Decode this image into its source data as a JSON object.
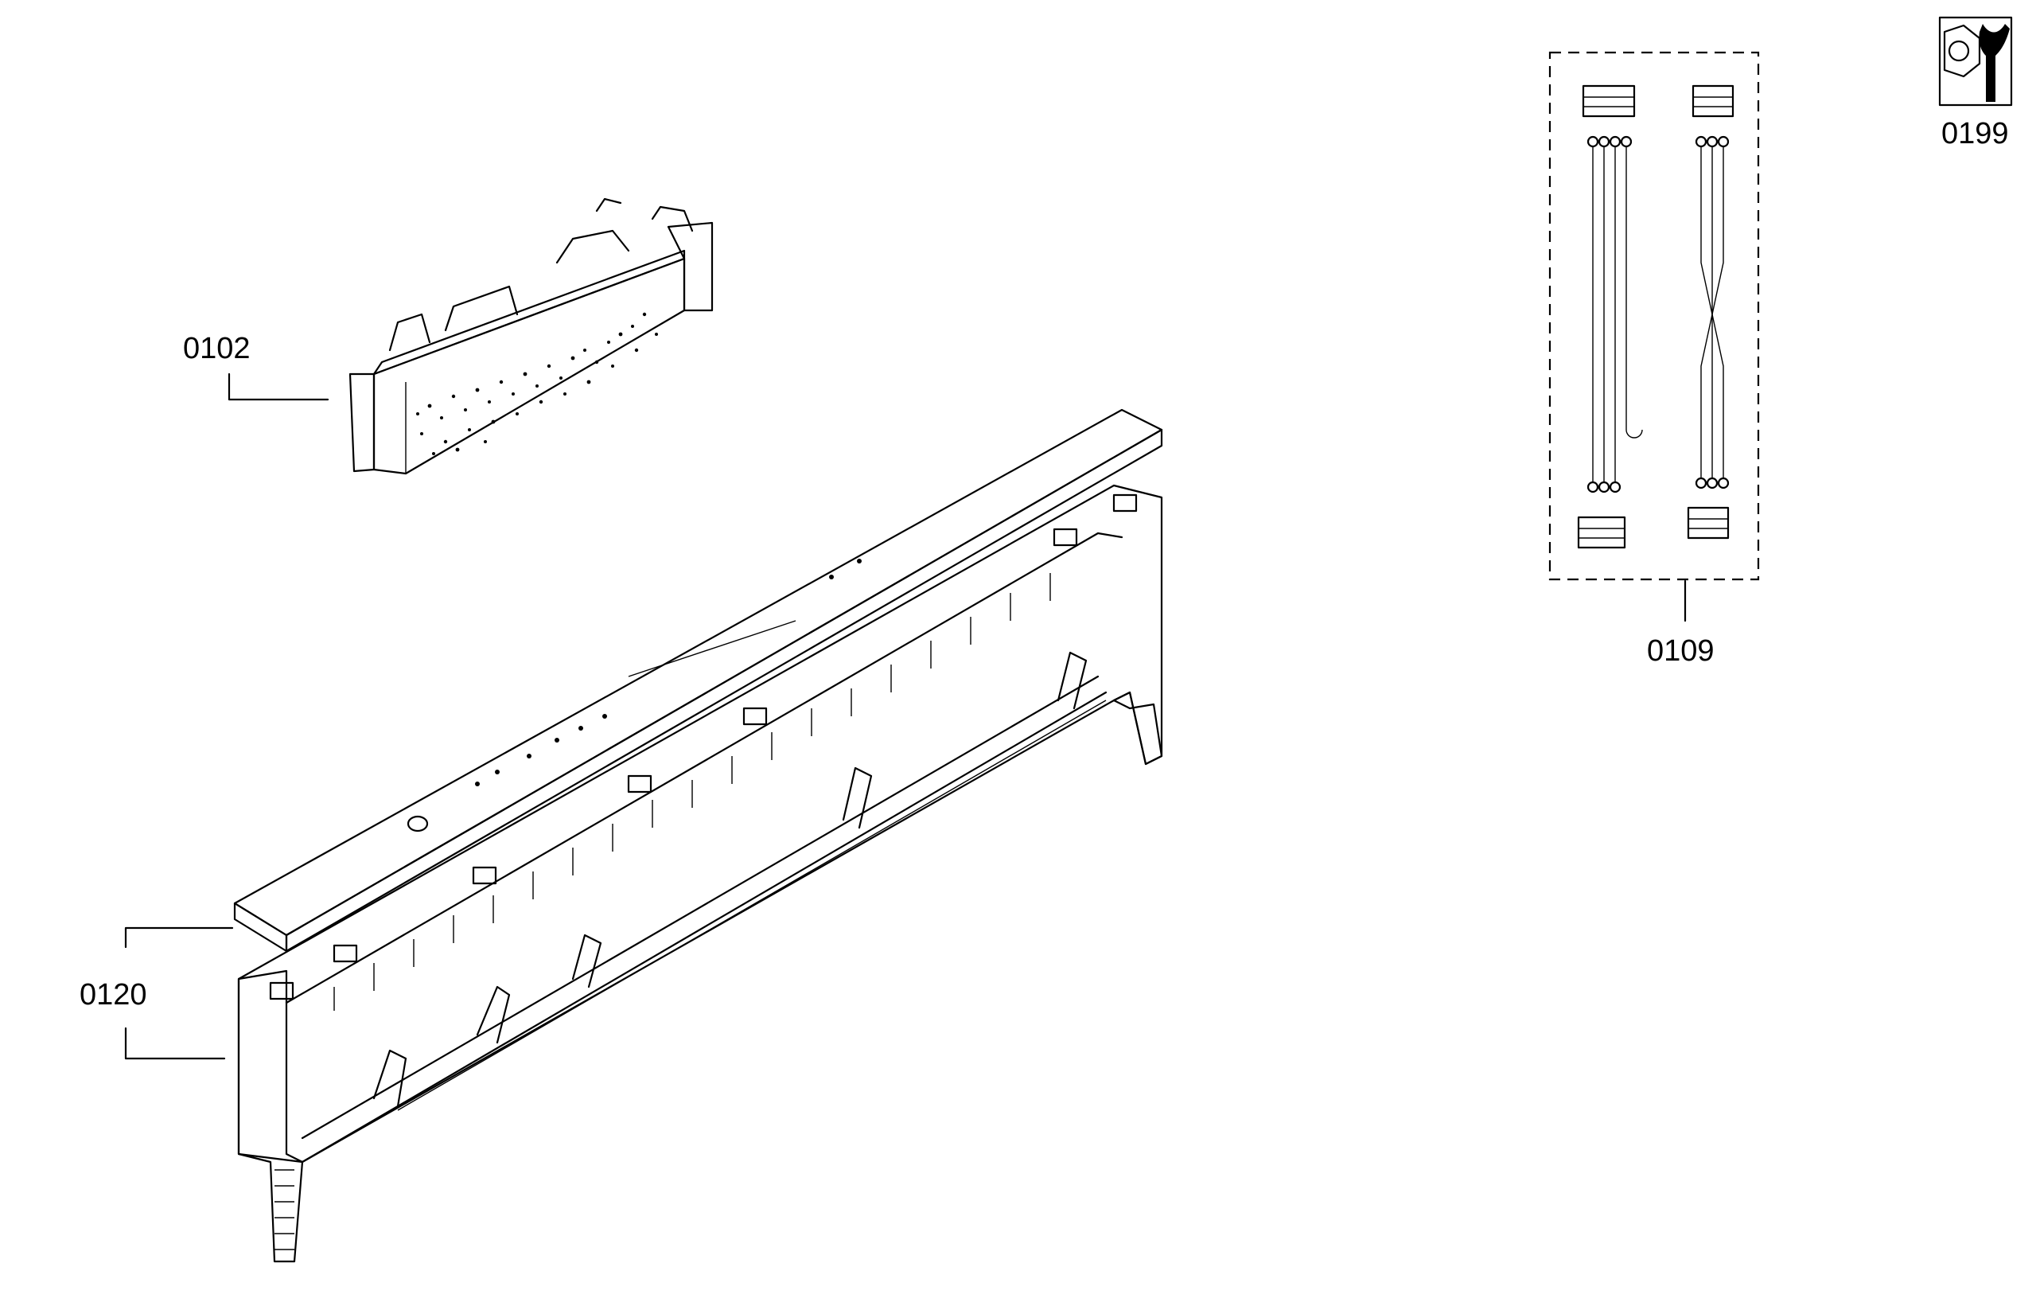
{
  "parts": [
    {
      "id": "control-module",
      "number": "0102"
    },
    {
      "id": "control-panel-fascia",
      "number": "0120"
    },
    {
      "id": "wiring-harness-set",
      "number": "0109"
    },
    {
      "id": "service-kit",
      "number": "0199"
    }
  ],
  "icons": {
    "service-kit": "nut-and-wrench-icon"
  },
  "colors": {
    "line": "#000000",
    "background": "#ffffff"
  }
}
